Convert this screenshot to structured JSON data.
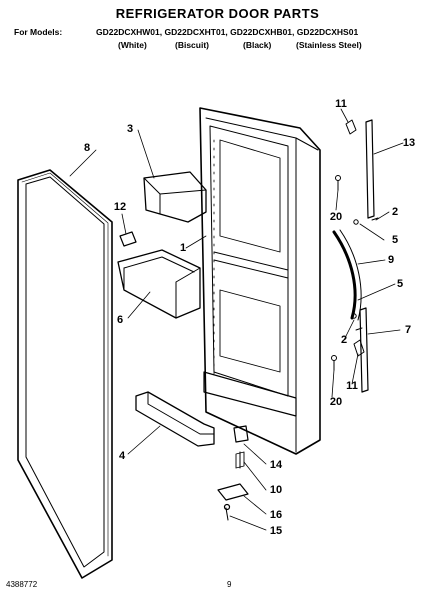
{
  "title": "REFRIGERATOR DOOR PARTS",
  "models_label": "For Models:",
  "models": "GD22DCXHW01, GD22DCXHT01, GD22DCXHB01, GD22DCXHS01",
  "colors": [
    "(White)",
    "(Biscuit)",
    "(Black)",
    "(Stainless Steel)"
  ],
  "callouts": {
    "c1": "1",
    "c2a": "2",
    "c2b": "2",
    "c3": "3",
    "c4": "4",
    "c5a": "5",
    "c5b": "5",
    "c6": "6",
    "c7": "7",
    "c8": "8",
    "c9": "9",
    "c10": "10",
    "c11a": "11",
    "c11b": "11",
    "c12": "12",
    "c13": "13",
    "c14": "14",
    "c15": "15",
    "c16": "16",
    "c20a": "20",
    "c20b": "20"
  },
  "doc_id": "4388772",
  "page_number": "9"
}
